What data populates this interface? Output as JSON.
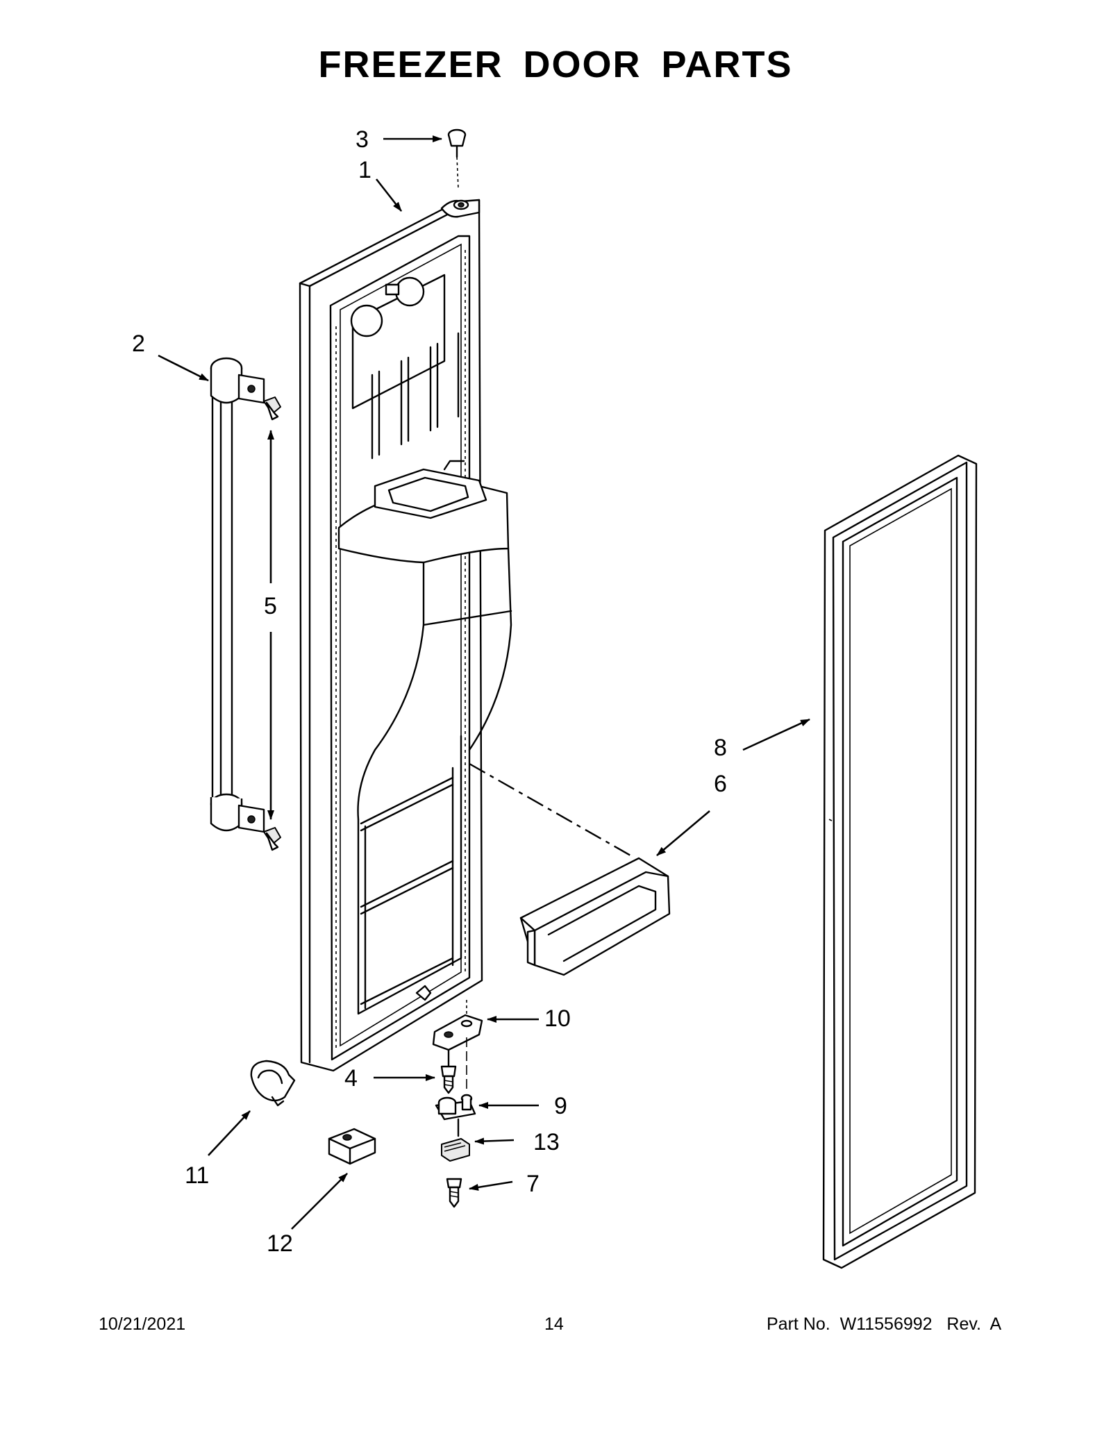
{
  "title": "FREEZER DOOR PARTS",
  "callouts": [
    {
      "id": "1",
      "label": "1"
    },
    {
      "id": "2",
      "label": "2"
    },
    {
      "id": "3",
      "label": "3"
    },
    {
      "id": "4",
      "label": "4"
    },
    {
      "id": "5",
      "label": "5"
    },
    {
      "id": "6",
      "label": "6"
    },
    {
      "id": "7",
      "label": "7"
    },
    {
      "id": "8",
      "label": "8"
    },
    {
      "id": "9",
      "label": "9"
    },
    {
      "id": "10",
      "label": "10"
    },
    {
      "id": "11",
      "label": "11"
    },
    {
      "id": "12",
      "label": "12"
    },
    {
      "id": "13",
      "label": "13"
    }
  ],
  "footer": {
    "date": "10/21/2021",
    "page_number": "14",
    "part_number": "Part No.  W11556992   Rev.  A"
  }
}
